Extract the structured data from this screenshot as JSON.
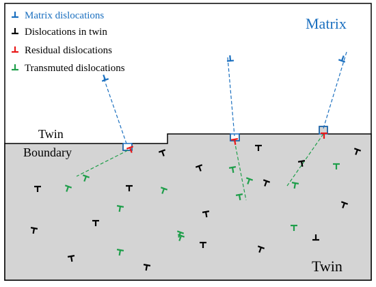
{
  "colors": {
    "matrix": "#1a6fbf",
    "twin": "#000000",
    "residual": "#e81919",
    "transmuted": "#1e9e4a",
    "twin_region": "#d4d4d4"
  },
  "legend": [
    {
      "key": "matrix",
      "label": "Matrix dislocations"
    },
    {
      "key": "twin",
      "label": "Dislocations in twin"
    },
    {
      "key": "residual",
      "label": "Residual dislocations"
    },
    {
      "key": "transmuted",
      "label": "Transmuted dislocations"
    }
  ],
  "labels": {
    "matrix": "Matrix",
    "twin_boundary_line1": "Twin",
    "twin_boundary_line2": "Boundary",
    "twin": "Twin"
  }
}
